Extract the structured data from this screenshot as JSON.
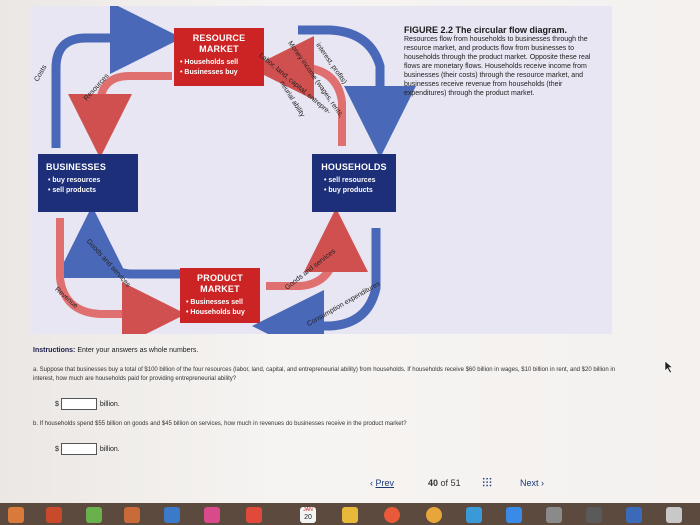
{
  "figure": {
    "resource_market": {
      "title_line1": "RESOURCE",
      "title_line2": "MARKET",
      "items": [
        "• Households sell",
        "• Businesses buy"
      ]
    },
    "product_market": {
      "title_line1": "PRODUCT",
      "title_line2": "MARKET",
      "items": [
        "• Businesses sell",
        "• Households buy"
      ]
    },
    "businesses": {
      "title": "BUSINESSES",
      "items": [
        "• buy resources",
        "• sell products"
      ]
    },
    "households": {
      "title": "HOUSEHOLDS",
      "items": [
        "• sell resources",
        "• buy products"
      ]
    },
    "labels": {
      "costs": "Costs",
      "resources": "Resources",
      "money_income": "Money income (wages, rents,",
      "interest_profits": "interest, profits)",
      "labor_land": "Labor, land, capital, entrepre-",
      "neurial_ability": "neurial ability",
      "goods_services_left": "Goods and services",
      "revenue": "Revenue",
      "goods_services_right": "Goods and services",
      "consumption": "Consumption expenditures"
    },
    "caption": {
      "title": "FIGURE 2.2 The circular flow diagram.",
      "body": "Resources flow from households to businesses through the resource market, and products flow from businesses to households through the product market. Opposite these real flows are monetary flows. Households receive income from businesses (their costs) through the resource market, and businesses receive revenue from households (their expenditures) through the product market."
    },
    "colors": {
      "red": "#cc2424",
      "navy": "#1c2f78",
      "blue_arrow": "#4a68b8",
      "pink_arrow": "#e07070"
    }
  },
  "instructions": {
    "label": "Instructions:",
    "text": "Enter your answers as whole numbers."
  },
  "question_a": {
    "text": "a. Suppose that businesses buy a total of $100 billion of the four resources (labor, land, capital, and entrepreneurial ability) from households. If households receive $60 billion in wages, $10 billion in rent, and $20 billion in interest, how much are households paid for providing entrepreneurial ability?",
    "prefix": "$",
    "value": "",
    "unit": "billion."
  },
  "question_b": {
    "text": "b. If households spend $55 billion on goods and $45 billion on services, how much in revenues do businesses receive in the product market?",
    "prefix": "$",
    "value": "",
    "unit": "billion."
  },
  "pagination": {
    "prev": "Prev",
    "current": "40",
    "of": "of",
    "total": "51",
    "next": "Next"
  },
  "dock": {
    "calendar_month": "JAN",
    "calendar_day": "20"
  }
}
